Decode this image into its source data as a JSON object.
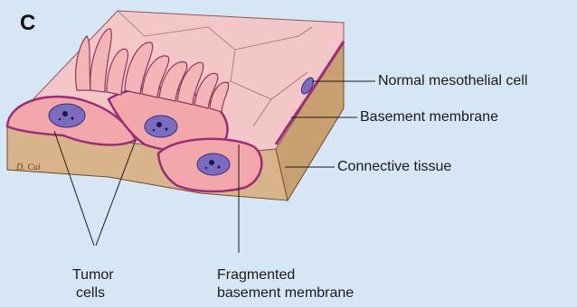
{
  "panel_letter": "C",
  "signature": "D. Cui",
  "labels": {
    "normal_mesothelial_cell": "Normal mesothelial cell",
    "basement_membrane": "Basement membrane",
    "connective_tissue": "Connective tissue",
    "tumor_cells_line1": "Tumor",
    "tumor_cells_line2": "cells",
    "fragmented_line1": "Fragmented",
    "fragmented_line2": "basement membrane"
  },
  "colors": {
    "background": "#d6e6f5",
    "top_surface": "#f3c6c8",
    "tumor_cell": "#f2a8ab",
    "basement_membrane": "#9b2d78",
    "connective_tissue": "#d9b48a",
    "nucleus": "#7a6cc0"
  }
}
